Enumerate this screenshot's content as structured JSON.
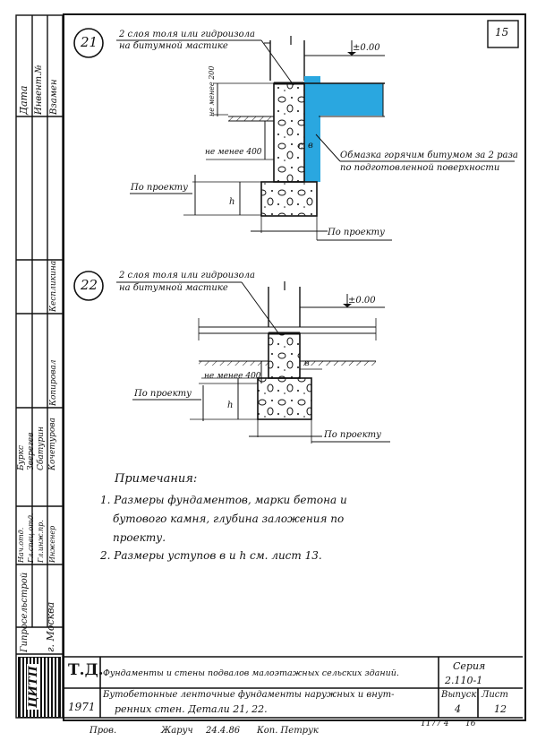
{
  "sheet_number": "15",
  "stamp": {
    "left_labels": [
      "Дата",
      "Инвент.№",
      "Взамен"
    ],
    "roles_top": [
      "Кеспликина",
      "Копировал"
    ],
    "names_block": [
      "Буркс",
      "Зверегев",
      "Сбатурин",
      "Кочетурова"
    ],
    "roles_bottom": [
      "Нач.отд.",
      "Гл.спец.отд.",
      "Гл.инж.пр.",
      "Инженер"
    ],
    "org": "Гипросельстрой",
    "city": "г. Москва"
  },
  "detail21": {
    "number": "21",
    "note_top_line1": "2 слоя толя или гидроизола",
    "note_top_line2": "на битумной мастике",
    "level_mark": "±0.00",
    "min200": "не менее 200",
    "min400": "не менее 400",
    "letter_c": "с",
    "letter_b": "в",
    "coating_line1": "Обмазка горячим битумом за 2 раза",
    "coating_line2": "по подготовленной поверхности",
    "by_project_left": "По проекту",
    "letter_h": "h",
    "by_project_bottom": "По проекту"
  },
  "detail22": {
    "number": "22",
    "note_top_line1": "2 слоя толя или гидроизола",
    "note_top_line2": "на битумной мастике",
    "level_mark": "±0.00",
    "min400": "не менее 400",
    "letter_b": "в",
    "by_project_left": "По проекту",
    "letter_h": "h",
    "by_project_bottom": "По проекту"
  },
  "notes": {
    "heading": "Примечания:",
    "item1_line1": "1. Размеры фундаментов, марки бетона и",
    "item1_line2": "бутового камня, глубина заложения по",
    "item1_line3": "проекту.",
    "item2": "2. Размеры уступов  в и h  см. лист 13."
  },
  "title_block": {
    "logo": "ЦИТП",
    "td": "Т.Д.",
    "year": "1971",
    "title_line1": "Фундаменты и стены подвалов малоэтажных сельских зданий.",
    "title_line2": "Бутобетонные ленточные фундаменты наружных и внут-",
    "title_line3": "ренних стен. Детали 21, 22.",
    "series_label": "Серия",
    "series_value": "2.110-1",
    "issue_label": "Выпуск",
    "issue_value": "4",
    "sheet_label": "Лист",
    "sheet_value": "12",
    "doc_number": "1177 4",
    "doc_sheet": "16"
  },
  "footer": {
    "checked": "Пров.",
    "signature": "Жаруч",
    "date": "24.4.86",
    "copy": "Коп. Петрук"
  },
  "colors": {
    "waterproofing": "#2aa7e0",
    "ink": "#111111"
  }
}
